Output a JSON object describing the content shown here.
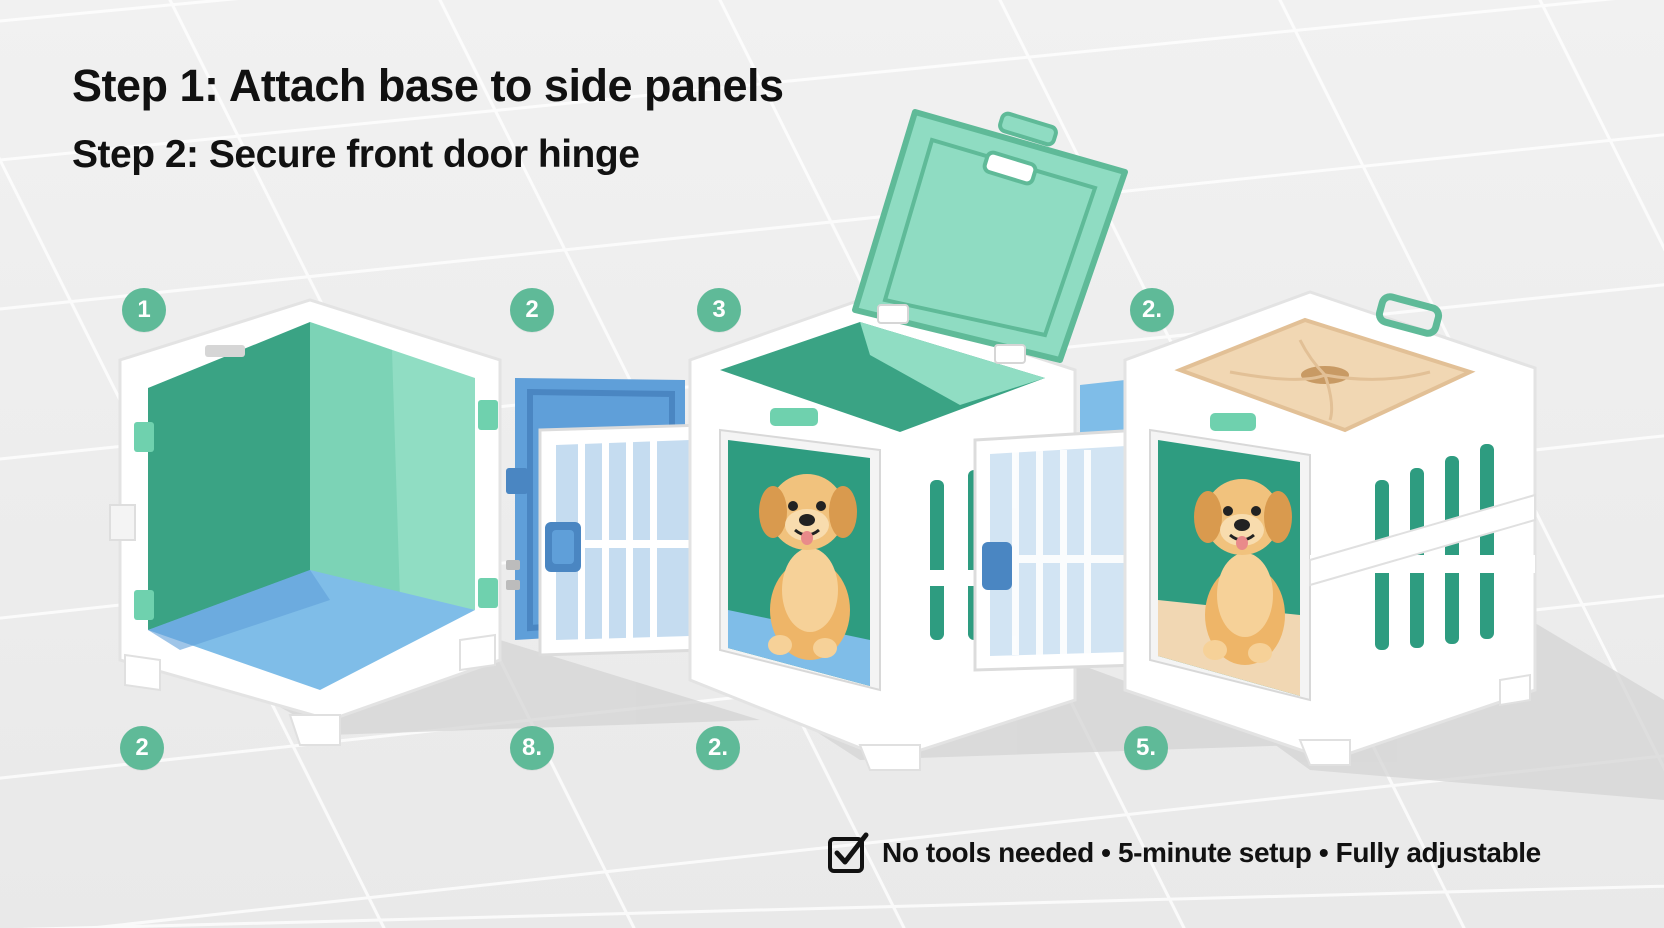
{
  "heading": {
    "step1": "Step 1: Attach base to side panels",
    "step2": "Step 2: Secure front door hinge"
  },
  "badges": {
    "top": [
      "1",
      "2",
      "3",
      "2."
    ],
    "bottom": [
      "2",
      "8.",
      "2.",
      "5."
    ]
  },
  "features": {
    "icon": "checkbox-check-icon",
    "text": "No tools needed • 5-minute setup • Fully adjustable"
  },
  "colors": {
    "background": "#eeeeee",
    "badge": "#5fba98",
    "panel_green": "#8fdcc2",
    "panel_dark_green": "#2e9c80",
    "base_blue": "#7fbde8",
    "door_blue": "#5f9fd9",
    "crate_white": "#ffffff",
    "cushion_beige": "#f1d7b3",
    "dog_gold": "#f1c27d"
  },
  "illustration": {
    "subject": "dog-crate-assembly",
    "dogs": 2
  }
}
